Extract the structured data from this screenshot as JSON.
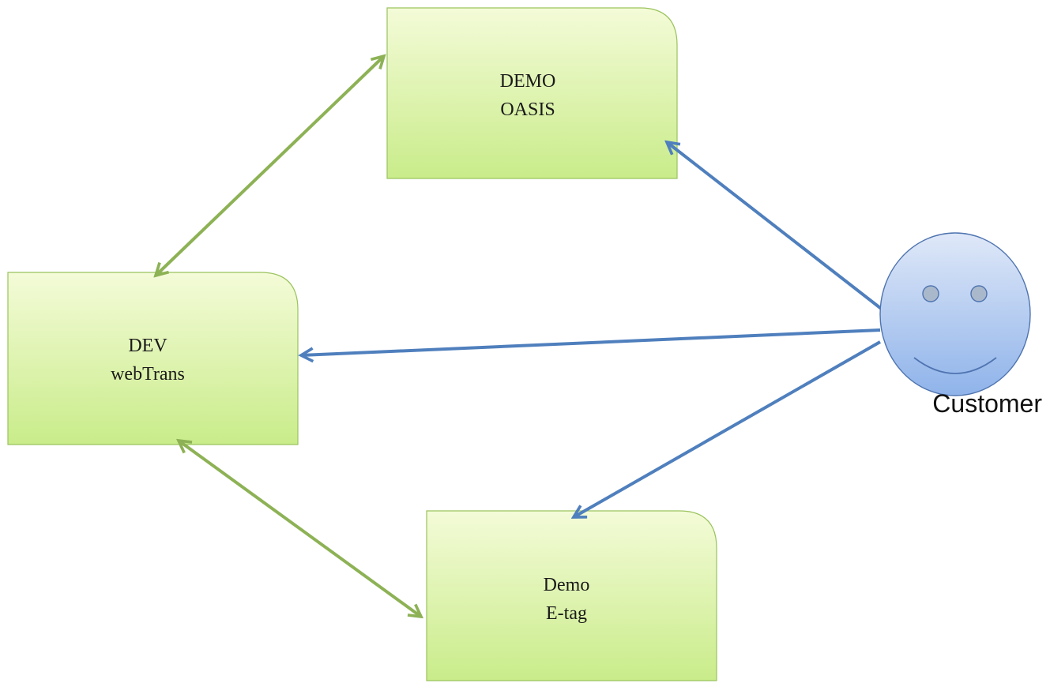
{
  "nodes": {
    "demo_oasis": {
      "line1": "DEMO",
      "line2": "OASIS"
    },
    "dev_webtrans": {
      "line1": "DEV",
      "line2": "webTrans"
    },
    "demo_etag": {
      "line1": "Demo",
      "line2": "E-tag"
    }
  },
  "customer": {
    "label": "Customer"
  },
  "colors": {
    "box_top": "#f4fbd8",
    "box_bottom": "#c9ec8a",
    "box_stroke": "#9ac35d",
    "green_arrow": "#8db255",
    "blue_arrow": "#4f7fbd",
    "face_top": "#d7e3f7",
    "face_bottom": "#8fb3ea",
    "face_stroke": "#4f74b0"
  }
}
